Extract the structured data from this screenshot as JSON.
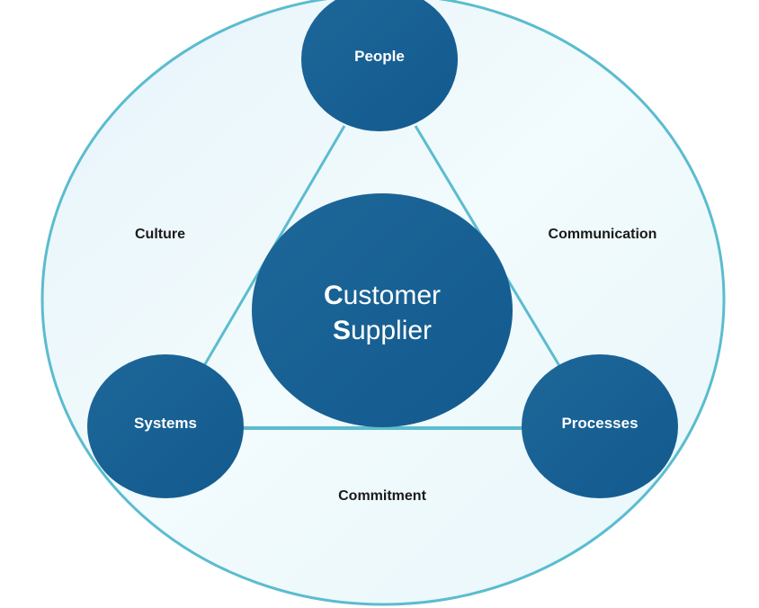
{
  "diagram": {
    "core": {
      "line1_initial": "C",
      "line1_rest": "ustomer",
      "line2_initial": "S",
      "line2_rest": "upplier"
    },
    "nodes": [
      {
        "id": "people",
        "label": "People"
      },
      {
        "id": "systems",
        "label": "Systems"
      },
      {
        "id": "processes",
        "label": "Processes"
      }
    ],
    "regions": [
      {
        "id": "culture",
        "label": "Culture"
      },
      {
        "id": "communication",
        "label": "Communication"
      },
      {
        "id": "commitment",
        "label": "Commitment"
      }
    ],
    "colors": {
      "node_fill": "#165f93",
      "outer_stroke": "#5bbccf",
      "outer_fill": "#eaf7fb",
      "connector": "#5bbccf",
      "label_text": "#1a1a1a"
    }
  }
}
